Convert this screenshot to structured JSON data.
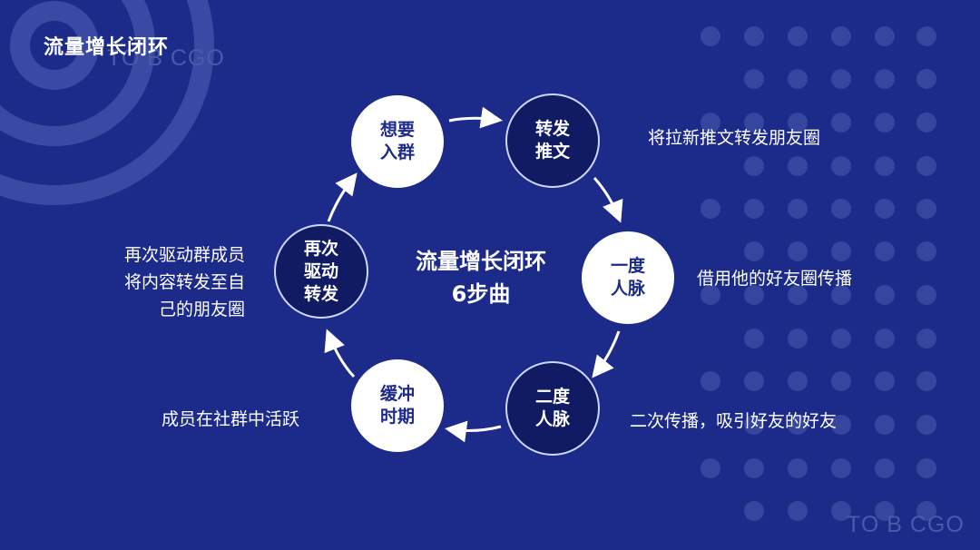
{
  "page": {
    "title": "流量增长闭环",
    "watermark": "TO B CGO"
  },
  "center": {
    "line1": "流量增长闭环",
    "line2": "6步曲"
  },
  "steps": [
    {
      "line1": "想要",
      "line2": "入群",
      "description": ""
    },
    {
      "line1": "转发",
      "line2": "推文",
      "description": "将拉新推文转发朋友圈"
    },
    {
      "line1": "一度",
      "line2": "人脉",
      "description": "借用他的好友圈传播"
    },
    {
      "line1": "二度",
      "line2": "人脉",
      "description": "二次传播，吸引好友的好友"
    },
    {
      "line1": "缓冲",
      "line2": "时期",
      "description": "成员在社群中活跃"
    },
    {
      "line1": "再次",
      "line2": "驱动",
      "line3": "转发",
      "description_lines": [
        "再次驱动群成员",
        "将内容转发至自",
        "己的朋友圈"
      ]
    }
  ],
  "colors": {
    "background": "#1c2b8a",
    "node_light": "#ffffff",
    "node_dark": "#101b63",
    "decoration": "#3b4aa0"
  }
}
